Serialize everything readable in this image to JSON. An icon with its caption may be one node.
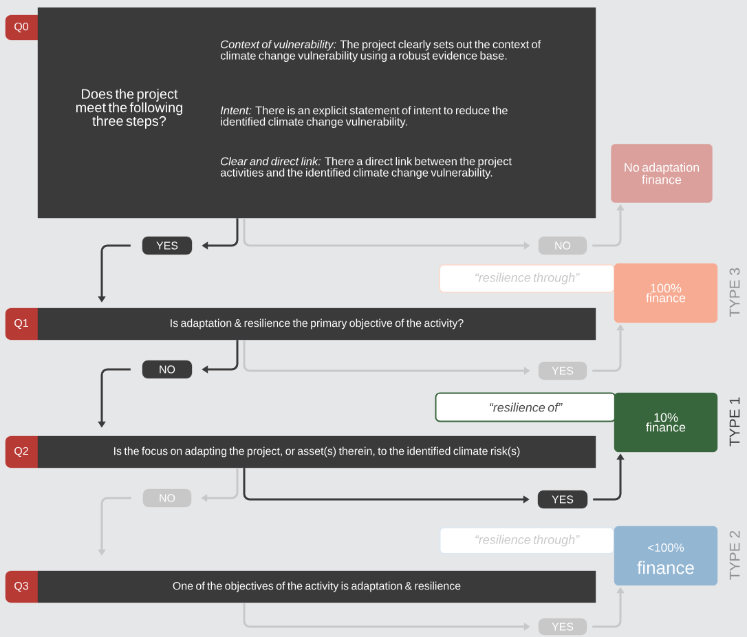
{
  "diagram": {
    "nodes": [
      {
        "text": [
          "Q0"
        ]
      },
      {
        "text": [
          "Does the project meet the following three steps?",
          "*Context of vulnerability:* The project clearly sets out the context of climate change vulnerability using a robust evidence base.",
          "*Intent:* There is an explicit statement of intent to reduce the identified climate change vulnerability.",
          "*Clear and direct link:*  There a direct link between the project activities and the identified climate change vulnerability."
        ]
      },
      {
        "text": [
          "YES"
        ]
      },
      {
        "text": [
          "NO"
        ]
      },
      {
        "text": [
          "No adaptation finance"
        ]
      },
      {
        "text": [
          "“resilience through”"
        ]
      },
      {
        "text": [
          "100% finance"
        ],
        "beside": [
          "TYPE 3"
        ]
      },
      {
        "text": [
          "Q1"
        ]
      },
      {
        "text": [
          "Is adaptation & resilience the primary objective of the activity?"
        ]
      },
      {
        "text": [
          "NO"
        ]
      },
      {
        "text": [
          "YES"
        ]
      },
      {
        "text": [
          "“resilience of”"
        ]
      },
      {
        "text": [
          "10% finance"
        ],
        "beside": [
          "TYPE 1"
        ]
      },
      {
        "text": [
          "Q2"
        ]
      },
      {
        "text": [
          "Is the focus on adapting the project, or asset(s) therein, to the identified climate risk(s)"
        ]
      },
      {
        "text": [
          "NO"
        ]
      },
      {
        "text": [
          "YES"
        ]
      },
      {
        "text": [
          "“resilience through”"
        ]
      },
      {
        "text": [
          "<100%",
          "finance"
        ],
        "beside": [
          "TYPE 2"
        ]
      },
      {
        "text": [
          "Q3"
        ]
      },
      {
        "text": [
          "One of the objectives of the activity is adaptation & resilience"
        ]
      },
      {
        "text": [
          "YES"
        ]
      }
    ],
    "edges": [
      {
        "from": 1,
        "to": 2,
        "arrow": "to",
        "color": "#3a3a3a"
      },
      {
        "from": 2,
        "to": 8,
        "arrow": "to",
        "color": "#3a3a3a"
      },
      {
        "from": 1,
        "to": 3,
        "arrow": "to"
      },
      {
        "from": 3,
        "to": 4,
        "arrow": "to"
      },
      {
        "from": 8,
        "to": 9,
        "arrow": "to",
        "color": "#3a3a3a"
      },
      {
        "from": 9,
        "to": 14,
        "arrow": "to",
        "color": "#3a3a3a"
      },
      {
        "from": 8,
        "to": 10,
        "arrow": "to"
      },
      {
        "from": 10,
        "to": 6,
        "arrow": "to"
      },
      {
        "from": 14,
        "to": 15,
        "arrow": "to"
      },
      {
        "from": 15,
        "to": 20,
        "arrow": "to"
      },
      {
        "from": 14,
        "to": 16,
        "arrow": "to",
        "color": "#3a3a3a"
      },
      {
        "from": 16,
        "to": 12,
        "arrow": "to",
        "color": "#3a3a3a"
      },
      {
        "from": 20,
        "to": 21,
        "arrow": "to"
      },
      {
        "from": 21,
        "to": 18,
        "arrow": "to"
      }
    ]
  }
}
